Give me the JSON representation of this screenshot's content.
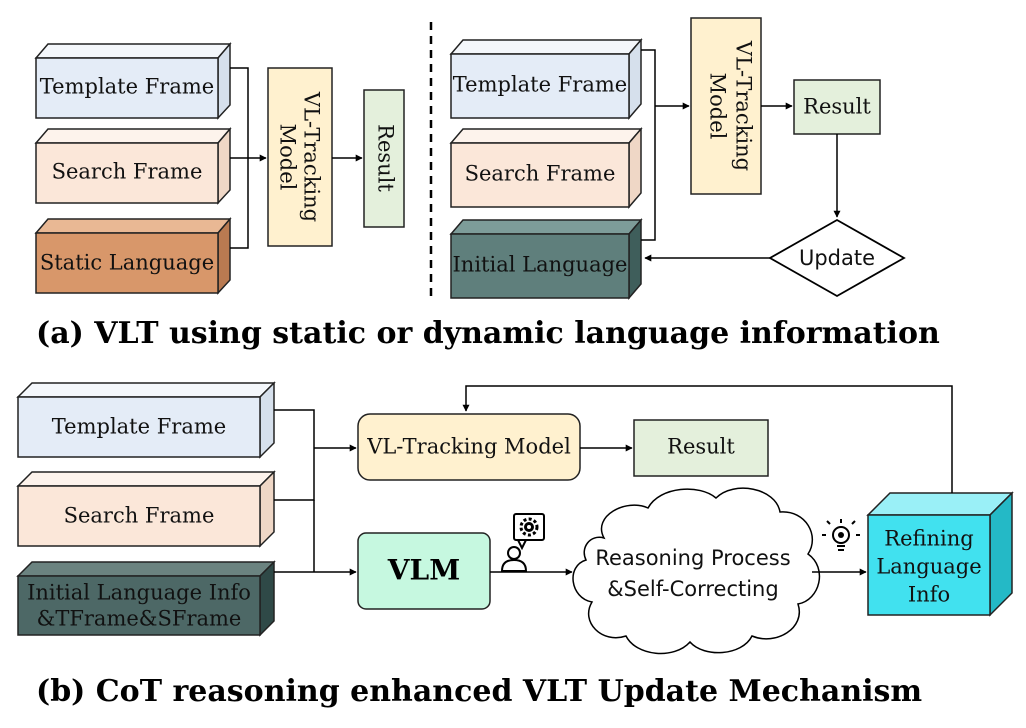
{
  "panel_a": {
    "left": {
      "template_frame": "Template Frame",
      "search_frame": "Search Frame",
      "static_language": "Static Language",
      "model_line1": "VL-Tracking",
      "model_line2": "Model",
      "result": "Result"
    },
    "right": {
      "template_frame": "Template Frame",
      "search_frame": "Search Frame",
      "initial_language": "Initial Language",
      "model_line1": "VL-Tracking",
      "model_line2": "Model",
      "result": "Result",
      "update": "Update"
    },
    "caption": "(a) VLT using static  or dynamic language information"
  },
  "panel_b": {
    "template_frame": "Template Frame",
    "search_frame": "Search Frame",
    "initial_info_line1": "Initial Language Info",
    "initial_info_line2": "&TFrame&SFrame",
    "tracking_model": "VL-Tracking Model",
    "result": "Result",
    "vlm": "VLM",
    "reasoning_line1": "Reasoning Process",
    "reasoning_line2": "&Self-Correcting",
    "refining_line1": "Refining",
    "refining_line2": "Language",
    "refining_line3": "Info",
    "caption": "(b) CoT reasoning enhanced VLT Update Mechanism"
  },
  "colors": {
    "template": "#e4ecf7",
    "search": "#fbe7d9",
    "static_language": "#d8976a",
    "initial_language": "#5f7f7c",
    "model": "#fff1cf",
    "result": "#e4f0dc",
    "vlm": "#c6f8e0",
    "refining": "#41e1ef"
  }
}
